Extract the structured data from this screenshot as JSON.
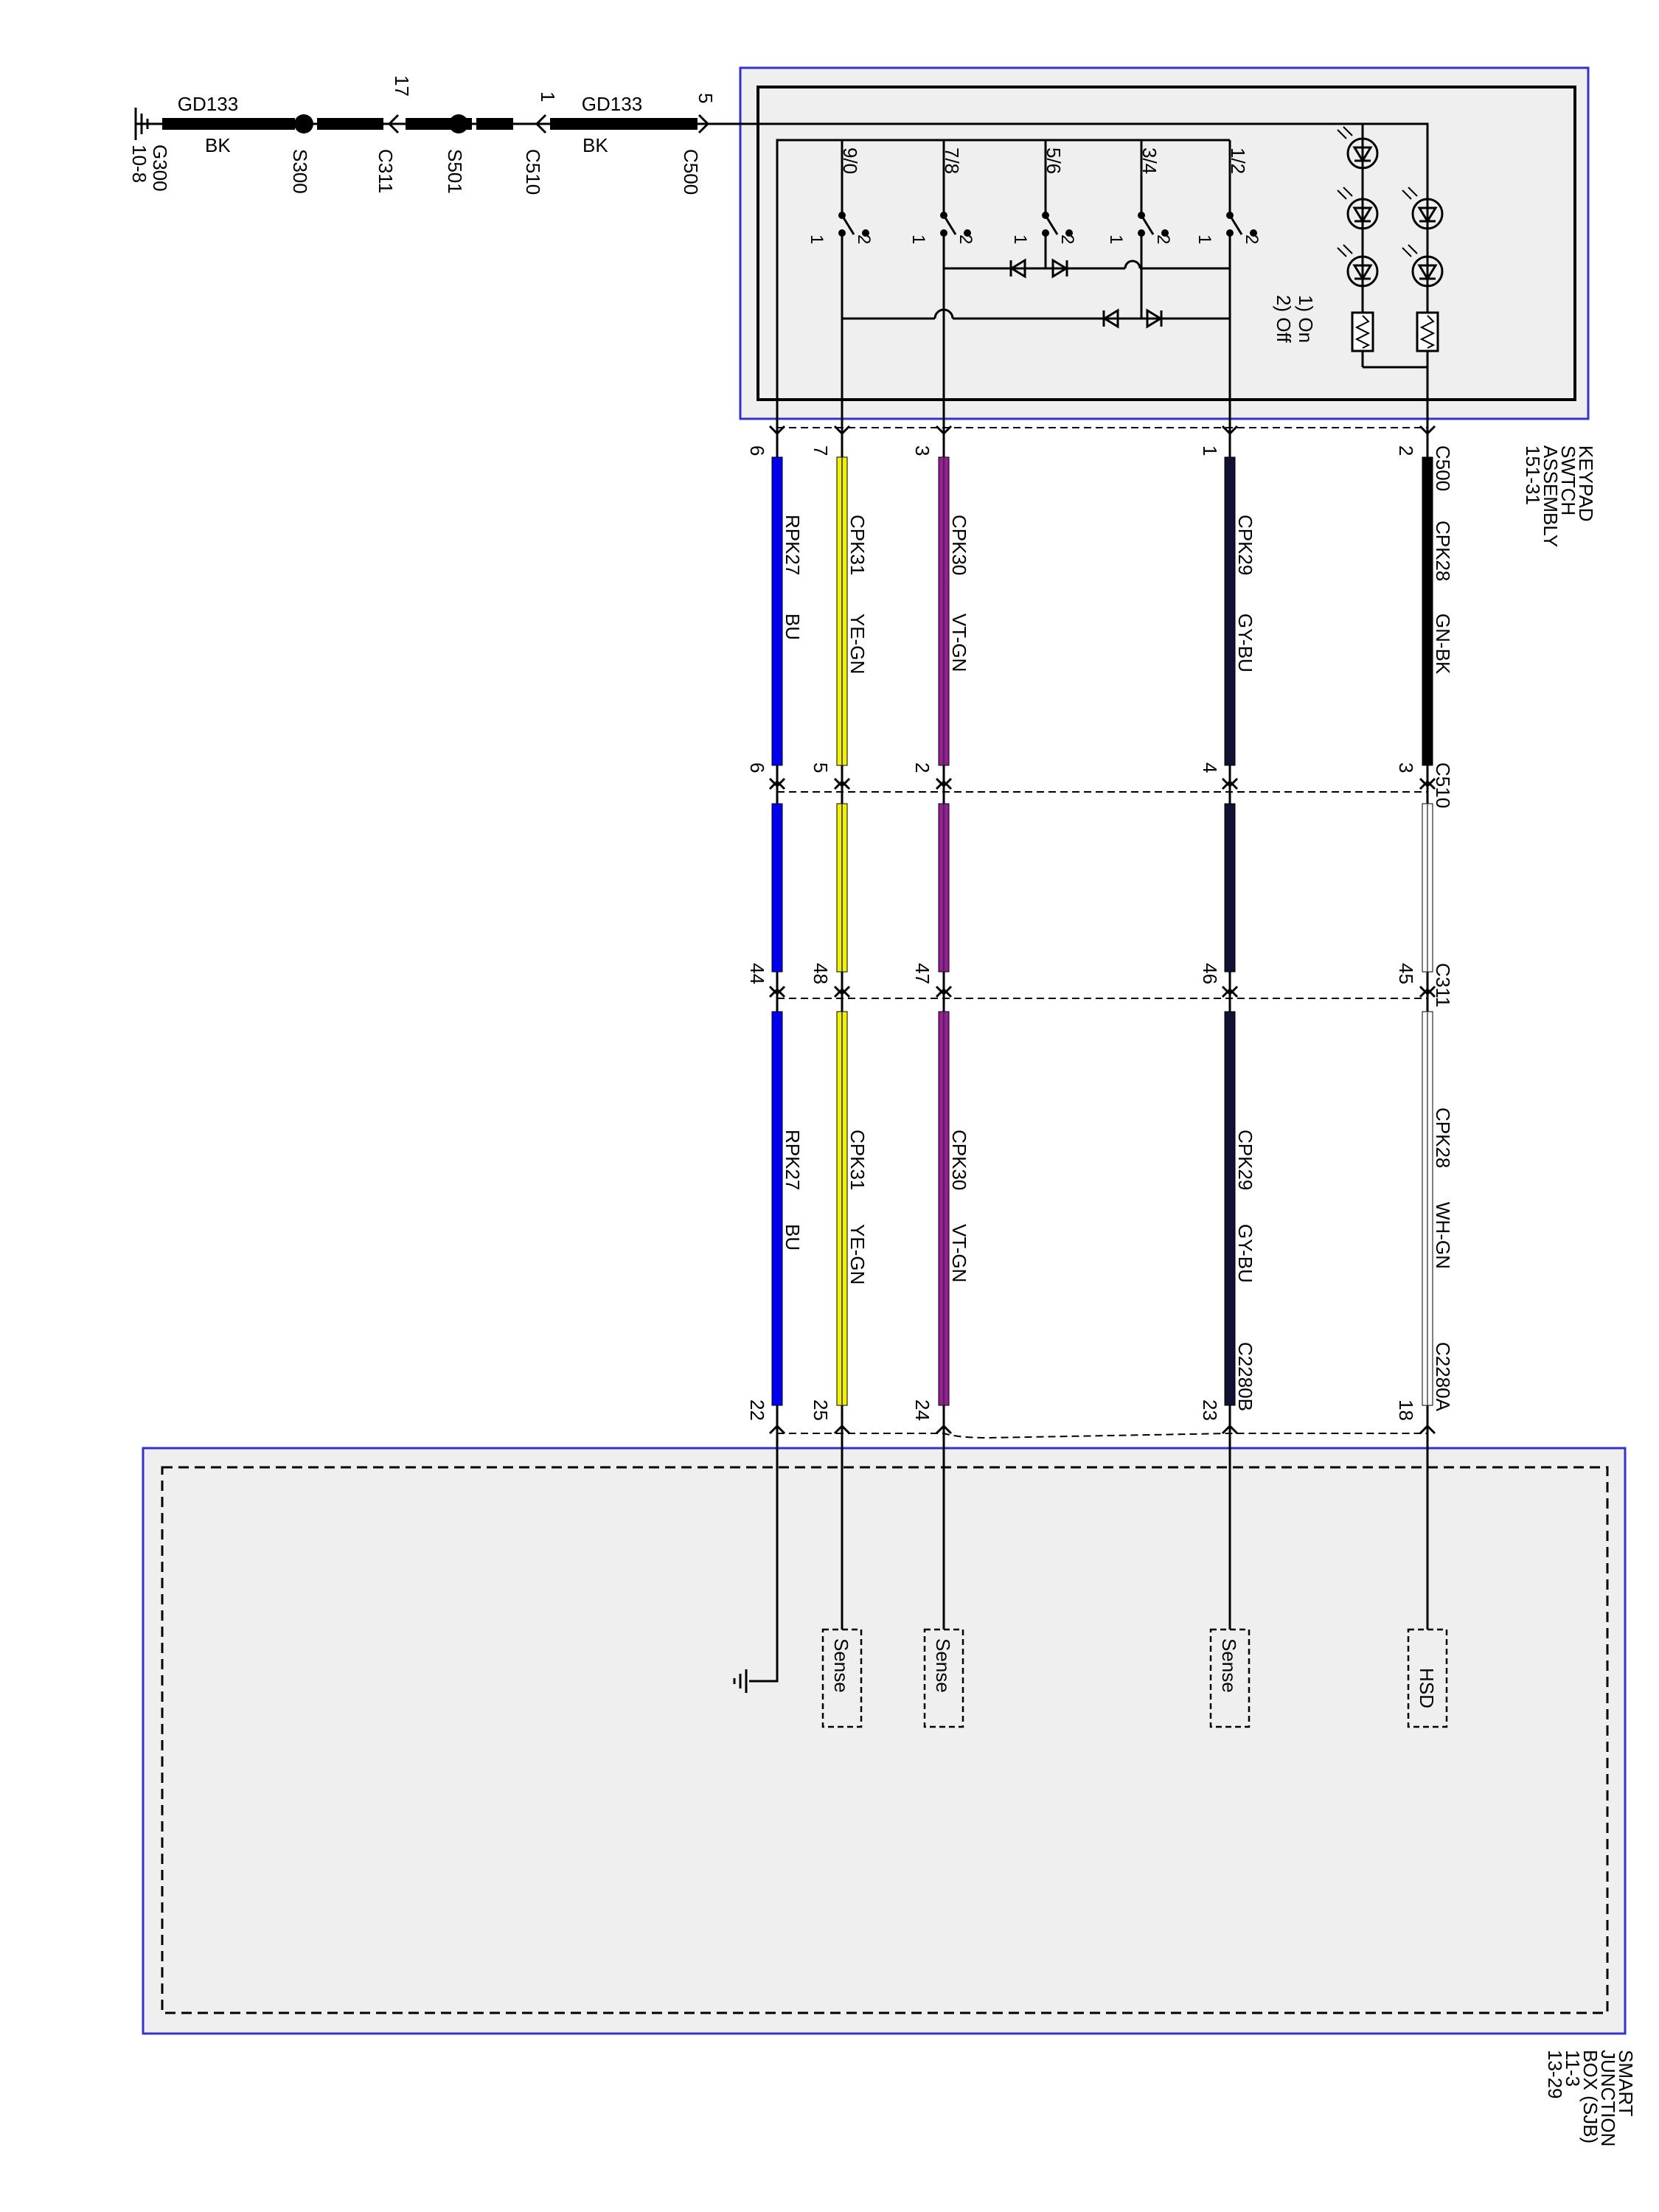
{
  "modules": {
    "keypad": {
      "lines": [
        "KEYPAD",
        "SWTCH",
        "ASSEMBLY",
        "151-31"
      ]
    },
    "sjb": {
      "lines": [
        "SMART",
        "JUNCTION",
        "BOX (SJB)",
        "11-3",
        "13-29"
      ]
    }
  },
  "ground": {
    "ground_id": "G300",
    "ground_ref": "10-8",
    "wire_circuit_left": "GD133",
    "wire_color_left": "BK",
    "wire_circuit_right": "GD133",
    "wire_color_right": "BK",
    "splices": [
      "S300",
      "S501"
    ],
    "connectors": [
      {
        "name": "C311",
        "pin": "17"
      },
      {
        "name": "C510",
        "pin": "1"
      },
      {
        "name": "C500",
        "pin": "5"
      }
    ]
  },
  "switches": {
    "labels": [
      "9/0",
      "7/8",
      "5/6",
      "3/4",
      "1/2"
    ],
    "pos_one": "1",
    "pos_two": "2",
    "legend_on": "1) On",
    "legend_off": "2) Off"
  },
  "connectors": {
    "c500": "C500",
    "c510": "C510",
    "c311": "C311",
    "c2280a": "C2280A",
    "c2280b": "C2280B"
  },
  "circuits": [
    {
      "circuit": "CPK28",
      "color_top": "GN-BK",
      "color_bottom": "WH-GN",
      "pins": {
        "c500": "2",
        "c510": "3",
        "c311": "45",
        "sjb": "18"
      },
      "sjb_function": "HSD",
      "wire_hex_top": "#000000",
      "wire_hex_bottom": "#ffffff"
    },
    {
      "circuit": "CPK29",
      "color_top": "GY-BU",
      "color_bottom": "GY-BU",
      "pins": {
        "c500": "1",
        "c510": "4",
        "c311": "46",
        "sjb": "23"
      },
      "sjb_function": "Sense",
      "wire_hex_top": "#111133",
      "wire_hex_bottom": "#111133"
    },
    {
      "circuit": "CPK30",
      "color_top": "VT-GN",
      "color_bottom": "VT-GN",
      "pins": {
        "c500": "3",
        "c510": "2",
        "c311": "47",
        "sjb": "24"
      },
      "sjb_function": "Sense",
      "wire_hex_top": "#9b1c9b",
      "wire_hex_bottom": "#9b1c9b"
    },
    {
      "circuit": "CPK31",
      "color_top": "YE-GN",
      "color_bottom": "YE-GN",
      "pins": {
        "c500": "7",
        "c510": "5",
        "c311": "48",
        "sjb": "25"
      },
      "sjb_function": "Sense",
      "wire_hex_top": "#f2f200",
      "wire_hex_bottom": "#f2f200"
    },
    {
      "circuit": "RPK27",
      "color_top": "BU",
      "color_bottom": "BU",
      "pins": {
        "c500": "6",
        "c510": "6",
        "c311": "44",
        "sjb": "22"
      },
      "sjb_function": "",
      "wire_hex_top": "#0000ee",
      "wire_hex_bottom": "#0000ee"
    }
  ],
  "colors": {
    "module_border": "#3333cc",
    "module_fill": "#efefef"
  }
}
